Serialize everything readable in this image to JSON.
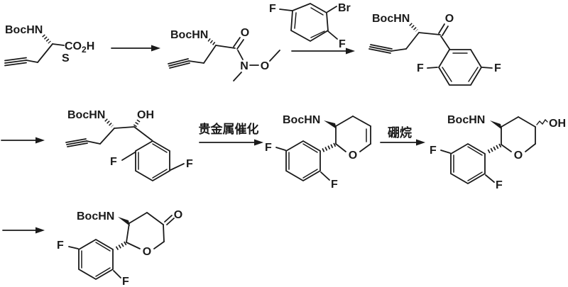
{
  "scheme": {
    "kind": "chemical-reaction-scheme",
    "rows": 3,
    "step_count": 7
  },
  "labels": {
    "bochn": "BocHN",
    "co": "CO",
    "sub2": "2",
    "h": "H",
    "stereo_s": "S",
    "o": "O",
    "n": "N",
    "f": "F",
    "br": "Br",
    "oh": "OH"
  },
  "reagents": {
    "step5_catalyst": "贵金属催化",
    "step6_borane": "硼烷"
  },
  "colors": {
    "ink": "#1a1a1a",
    "background": "#ffffff"
  }
}
